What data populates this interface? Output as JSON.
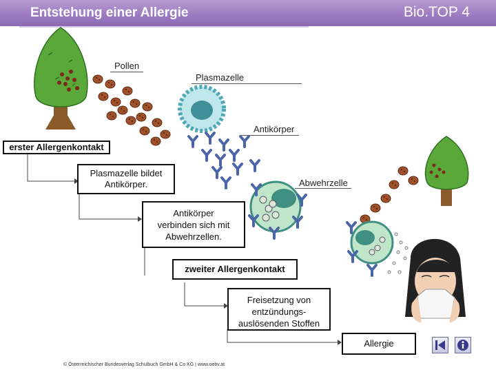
{
  "header": {
    "title": "Entstehung einer Allergie",
    "brand": "Bio.TOP 4"
  },
  "labels": {
    "pollen": "Pollen",
    "plasma_cell": "Plasmazelle",
    "antibody": "Antikörper",
    "defense_cell": "Abwehrzelle"
  },
  "steps": {
    "first_contact": "erster Allergenkontakt",
    "plasma_forms_antibodies": "Plasmazelle bildet Antikörper.",
    "antibodies_bind": "Antikörper verbinden sich mit Abwehrzellen.",
    "second_contact": "zweiter Allergenkontakt",
    "release": "Freisetzung von entzündungs-auslösenden Stoffen",
    "allergy": "Allergie"
  },
  "footer": {
    "copyright": "© Österreichischer Bundesverlag Schulbuch GmbH & Co KG | www.oebv.at"
  },
  "nav": {
    "back_icon": "skip-back-icon",
    "info_icon": "info-icon"
  },
  "colors": {
    "header": "#9b79c0",
    "tree": "#5aa83a",
    "trunk": "#8a5a2a",
    "pollen": "#a0522d",
    "antibody": "#4a66a8",
    "plasma_cell": "#6fbfc8",
    "defense_cell": "#3f8f82"
  }
}
